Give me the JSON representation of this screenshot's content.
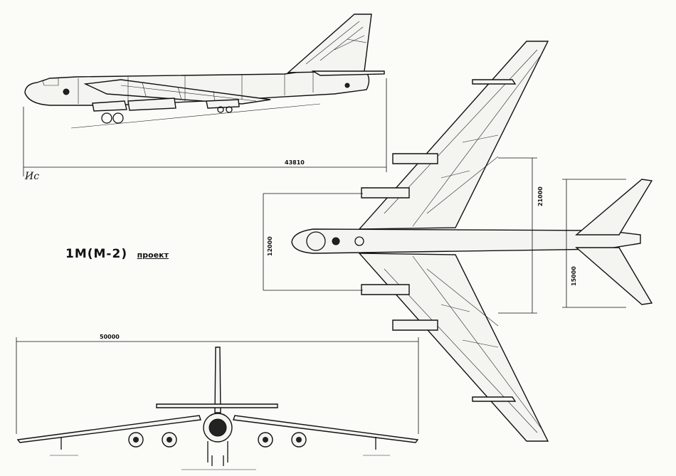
{
  "title": {
    "designation": "1М(М-2)",
    "label": "проект"
  },
  "signature": "Ис",
  "dimensions": {
    "fuselage_length": "43810",
    "wingspan": "50000",
    "wing_offset_upper": "21000",
    "wing_offset_lower": "15000",
    "center_width": "12000"
  },
  "views": [
    "side-view",
    "top-view",
    "front-view"
  ],
  "colors": {
    "ink": "#111111",
    "paper": "#fbfbf8"
  }
}
